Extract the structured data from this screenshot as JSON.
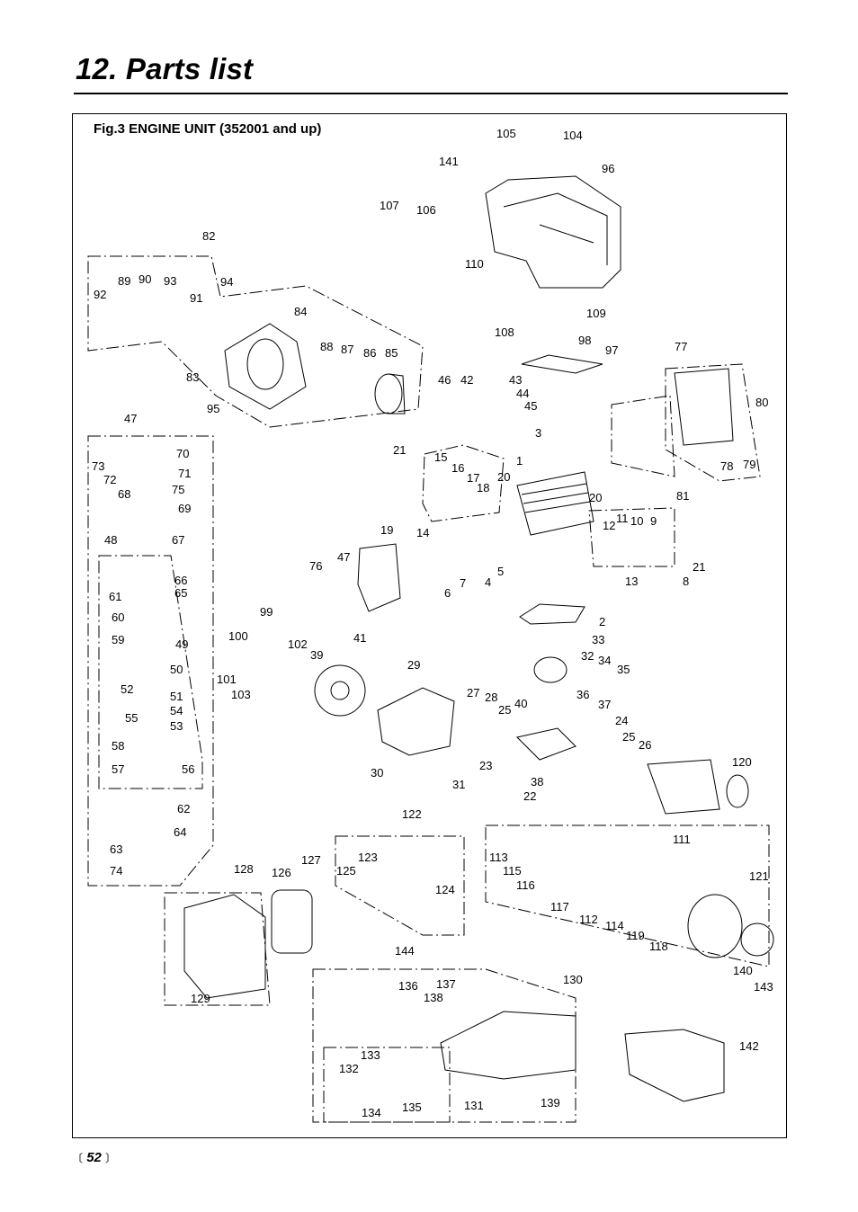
{
  "page": {
    "title": "12. Parts list",
    "page_number": "52",
    "bracket_left": "〔",
    "bracket_right": "〕"
  },
  "figure": {
    "title": "Fig.3 ENGINE UNIT  (352001 and up)"
  },
  "callouts": [
    "1",
    "2",
    "3",
    "4",
    "5",
    "6",
    "7",
    "8",
    "9",
    "10",
    "11",
    "12",
    "13",
    "14",
    "15",
    "16",
    "17",
    "18",
    "19",
    "20",
    "20",
    "21",
    "21",
    "22",
    "23",
    "24",
    "25",
    "25",
    "26",
    "27",
    "28",
    "29",
    "30",
    "31",
    "32",
    "33",
    "34",
    "35",
    "36",
    "37",
    "38",
    "39",
    "40",
    "41",
    "42",
    "43",
    "44",
    "45",
    "46",
    "47",
    "47",
    "48",
    "49",
    "50",
    "51",
    "52",
    "53",
    "54",
    "55",
    "56",
    "57",
    "58",
    "59",
    "60",
    "61",
    "62",
    "63",
    "64",
    "65",
    "66",
    "67",
    "68",
    "69",
    "70",
    "71",
    "72",
    "73",
    "74",
    "75",
    "76",
    "77",
    "78",
    "79",
    "80",
    "81",
    "82",
    "83",
    "84",
    "85",
    "86",
    "87",
    "88",
    "89",
    "90",
    "91",
    "92",
    "93",
    "94",
    "95",
    "96",
    "97",
    "98",
    "99",
    "100",
    "101",
    "102",
    "103",
    "104",
    "105",
    "106",
    "107",
    "108",
    "109",
    "110",
    "111",
    "112",
    "113",
    "114",
    "115",
    "116",
    "117",
    "118",
    "119",
    "120",
    "121",
    "122",
    "123",
    "124",
    "125",
    "126",
    "127",
    "128",
    "129",
    "130",
    "131",
    "132",
    "133",
    "134",
    "135",
    "136",
    "137",
    "138",
    "139",
    "140",
    "141",
    "142",
    "143",
    "144"
  ],
  "parts_drawing": {
    "style": "exploded line drawing",
    "line_color": "#000000",
    "fill_color": "#ffffff"
  }
}
